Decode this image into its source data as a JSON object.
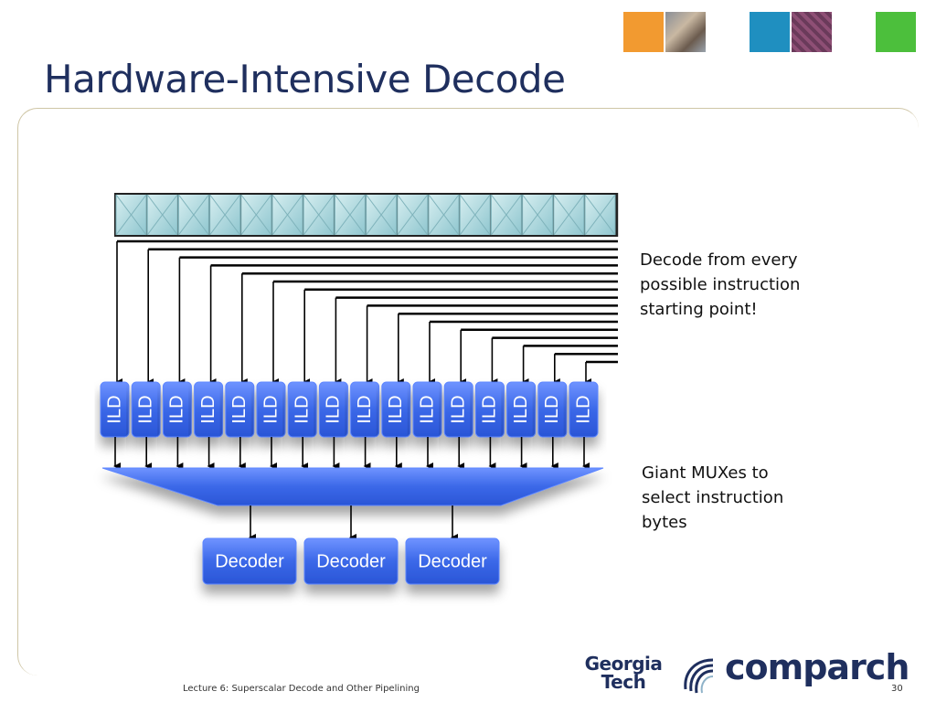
{
  "slide": {
    "title": "Hardware-Intensive Decode",
    "footer_text": "Lecture 6: Superscalar Decode and Other Pipelining",
    "page_number": "30"
  },
  "notes": {
    "decode_note": [
      "Decode from every",
      "possible instruction",
      "starting point!"
    ],
    "mux_note": [
      "Giant MUXes to",
      "select instruction",
      "bytes"
    ]
  },
  "diagram": {
    "byte_cell_count": 16,
    "ild_labels": [
      "ILD",
      "ILD",
      "ILD",
      "ILD",
      "ILD",
      "ILD",
      "ILD",
      "ILD",
      "ILD",
      "ILD",
      "ILD",
      "ILD",
      "ILD",
      "ILD",
      "ILD",
      "ILD"
    ],
    "decoder_labels": [
      "Decoder",
      "Decoder",
      "Decoder"
    ]
  },
  "logo": {
    "line1": "Georgia",
    "line2": "Tech",
    "brand": "comparch"
  },
  "colors": {
    "title": "#1f2f5e",
    "block_blue": "#3b68e8",
    "byte_cell": "#a9d6dc",
    "frame_line": "#cfc6a6",
    "orange_square": "#f29a30",
    "teal_square": "#1f8fc0",
    "green_square": "#4cbf3c"
  }
}
